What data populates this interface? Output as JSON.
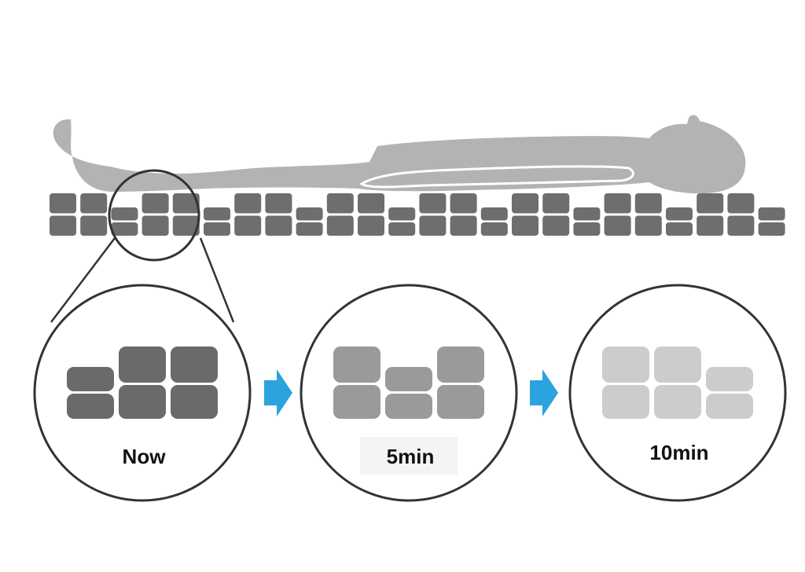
{
  "stages": [
    {
      "label": "Now",
      "pattern": [
        "low",
        "high",
        "high"
      ],
      "color": "#6a6a6a",
      "highlight_bg": false
    },
    {
      "label": "5min",
      "pattern": [
        "high",
        "low",
        "high"
      ],
      "color": "#9a9a9a",
      "highlight_bg": true
    },
    {
      "label": "10min",
      "pattern": [
        "high",
        "high",
        "low"
      ],
      "color": "#cccccc",
      "highlight_bg": false
    }
  ],
  "colors": {
    "mattress_cells": "#6e6e6e",
    "body_silhouette": "#b3b3b3",
    "circle_outline": "#333333",
    "arrow": "#2aa3de",
    "label_highlight": "#f4f4f4"
  },
  "mattress_pattern": [
    "high",
    "high",
    "low",
    "high",
    "high",
    "low",
    "high",
    "high",
    "low",
    "high",
    "high",
    "low",
    "high",
    "high",
    "low",
    "high",
    "high",
    "low",
    "high",
    "high",
    "low",
    "high",
    "high",
    "low"
  ],
  "magnifier": {
    "cells_covered": [
      2,
      3
    ]
  }
}
